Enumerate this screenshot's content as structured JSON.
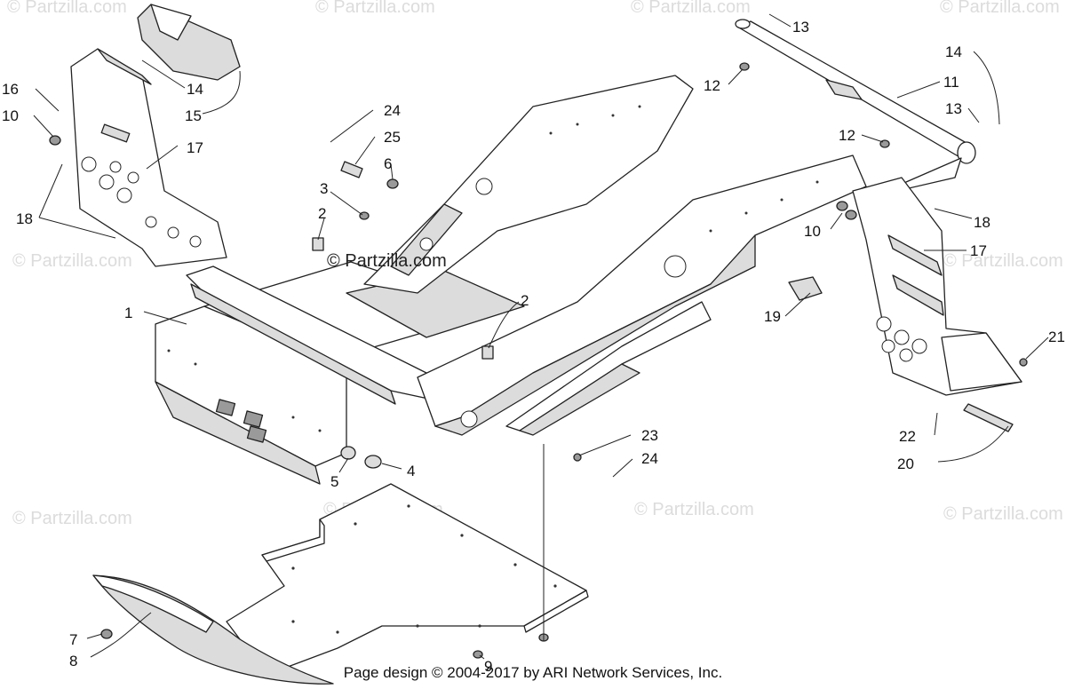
{
  "watermarks": {
    "corner_text": "© Partzilla.com",
    "center_text": "© Partzilla.com"
  },
  "callouts": [
    {
      "id": "c1",
      "label": "1"
    },
    {
      "id": "c2a",
      "label": "2"
    },
    {
      "id": "c2b",
      "label": "2"
    },
    {
      "id": "c3",
      "label": "3"
    },
    {
      "id": "c4",
      "label": "4"
    },
    {
      "id": "c5",
      "label": "5"
    },
    {
      "id": "c6",
      "label": "6"
    },
    {
      "id": "c7",
      "label": "7"
    },
    {
      "id": "c8",
      "label": "8"
    },
    {
      "id": "c9",
      "label": "9"
    },
    {
      "id": "c10a",
      "label": "10"
    },
    {
      "id": "c10b",
      "label": "10"
    },
    {
      "id": "c11",
      "label": "11"
    },
    {
      "id": "c12a",
      "label": "12"
    },
    {
      "id": "c12b",
      "label": "12"
    },
    {
      "id": "c13a",
      "label": "13"
    },
    {
      "id": "c13b",
      "label": "13"
    },
    {
      "id": "c14a",
      "label": "14"
    },
    {
      "id": "c14b",
      "label": "14"
    },
    {
      "id": "c15",
      "label": "15"
    },
    {
      "id": "c16",
      "label": "16"
    },
    {
      "id": "c17a",
      "label": "17"
    },
    {
      "id": "c17b",
      "label": "17"
    },
    {
      "id": "c18a",
      "label": "18"
    },
    {
      "id": "c18b",
      "label": "18"
    },
    {
      "id": "c19",
      "label": "19"
    },
    {
      "id": "c20",
      "label": "20"
    },
    {
      "id": "c21",
      "label": "21"
    },
    {
      "id": "c22",
      "label": "22"
    },
    {
      "id": "c23",
      "label": "23"
    },
    {
      "id": "c24a",
      "label": "24"
    },
    {
      "id": "c24b",
      "label": "24"
    },
    {
      "id": "c25",
      "label": "25"
    }
  ],
  "footer": {
    "text": "Page design © 2004-2017 by ARI Network Services, Inc."
  }
}
